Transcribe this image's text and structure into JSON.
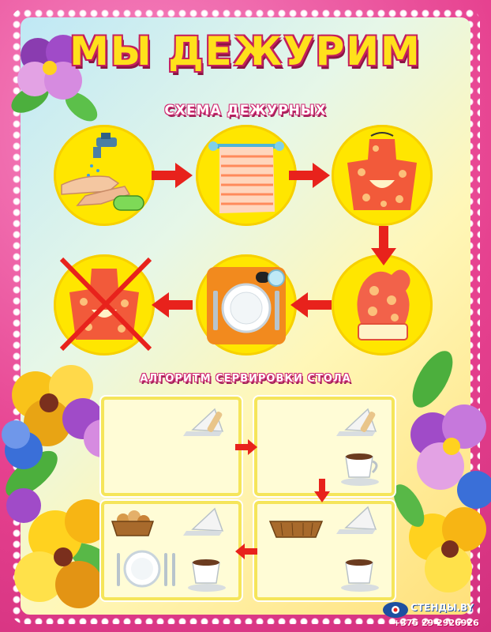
{
  "poster": {
    "title": "МЫ ДЕЖУРИМ",
    "schema_title": "СХЕМА ДЕЖУРНЫХ",
    "algorithm_title": "АЛГОРИТМ СЕРВИРОВКИ СТОЛА",
    "logo_text": "СТЕНДЫ.BY",
    "phone": "+375 29 2926926"
  },
  "schema_steps": [
    {
      "icon": "hand-washing-icon"
    },
    {
      "icon": "towel-icon"
    },
    {
      "icon": "apron-icon"
    },
    {
      "icon": "oven-mitt-icon"
    },
    {
      "icon": "table-setting-icon"
    },
    {
      "icon": "crossed-apron-icon"
    }
  ],
  "algorithm_cards": [
    {
      "items": [
        "napkin-holder-icon"
      ]
    },
    {
      "items": [
        "napkin-holder-icon",
        "teacup-icon"
      ]
    },
    {
      "items": [
        "napkin-holder-icon",
        "bread-basket-icon"
      ]
    },
    {
      "items": [
        "bread-basket-icon",
        "napkin-holder-icon",
        "cutlery-plate-icon",
        "teacup-icon"
      ]
    }
  ],
  "colors": {
    "frame": "#e6418f",
    "circle": "#ffe600",
    "arrow": "#e8221c",
    "title": "#ffe11b"
  }
}
